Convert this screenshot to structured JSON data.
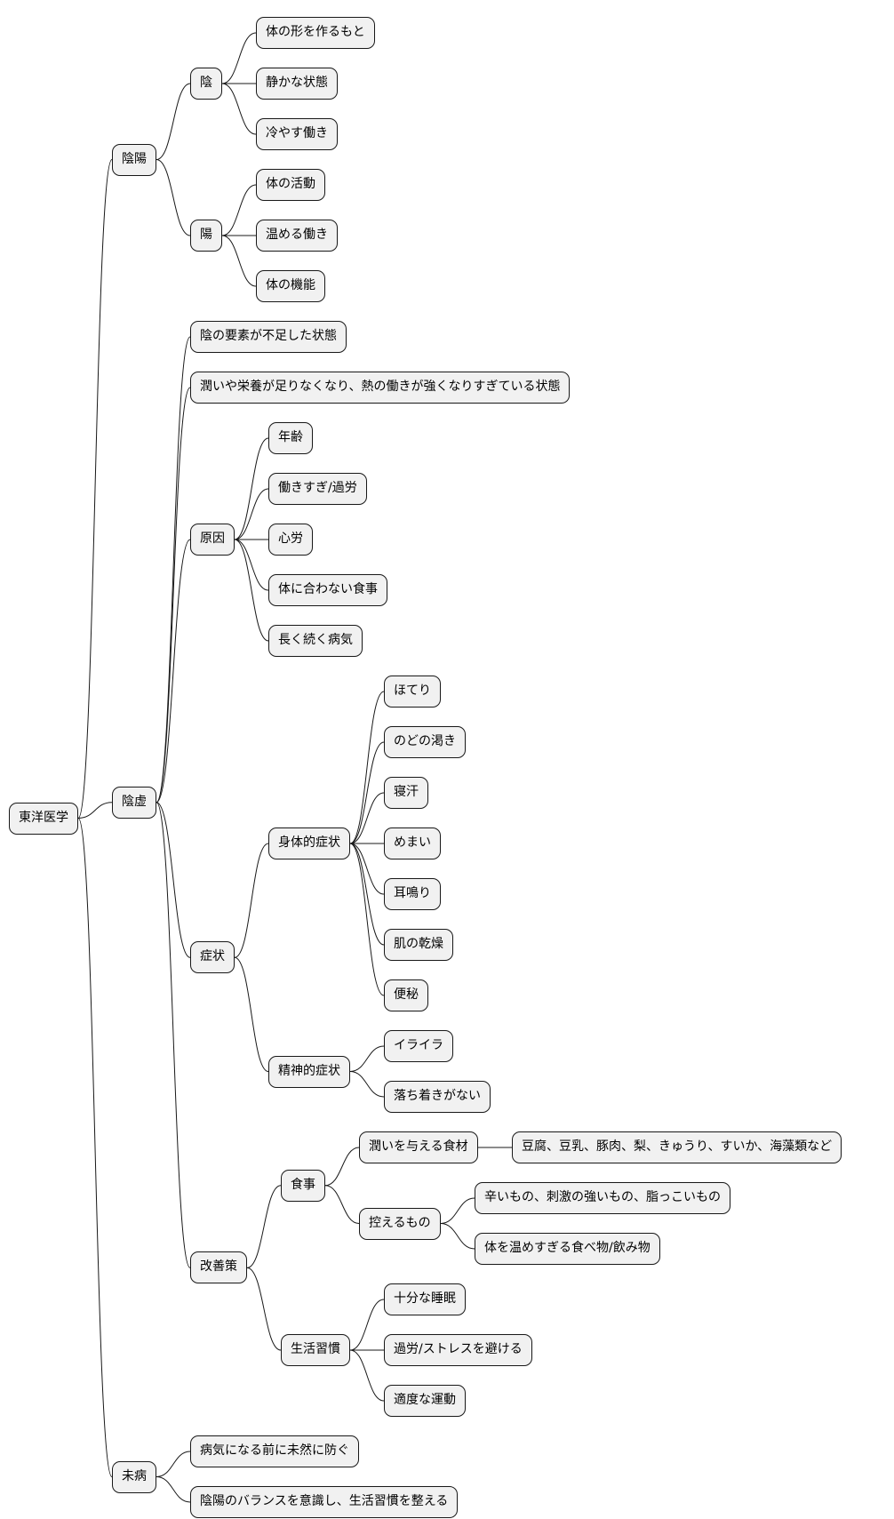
{
  "mindmap": {
    "label": "東洋医学",
    "children": [
      {
        "label": "陰陽",
        "children": [
          {
            "label": "陰",
            "children": [
              {
                "label": "体の形を作るもと"
              },
              {
                "label": "静かな状態"
              },
              {
                "label": "冷やす働き"
              }
            ]
          },
          {
            "label": "陽",
            "children": [
              {
                "label": "体の活動"
              },
              {
                "label": "温める働き"
              },
              {
                "label": "体の機能"
              }
            ]
          }
        ]
      },
      {
        "label": "陰虚",
        "children": [
          {
            "label": "陰の要素が不足した状態"
          },
          {
            "label": "潤いや栄養が足りなくなり、熱の働きが強くなりすぎている状態"
          },
          {
            "label": "原因",
            "children": [
              {
                "label": "年齢"
              },
              {
                "label": "働きすぎ/過労"
              },
              {
                "label": "心労"
              },
              {
                "label": "体に合わない食事"
              },
              {
                "label": "長く続く病気"
              }
            ]
          },
          {
            "label": "症状",
            "children": [
              {
                "label": "身体的症状",
                "children": [
                  {
                    "label": "ほてり"
                  },
                  {
                    "label": "のどの渇き"
                  },
                  {
                    "label": "寝汗"
                  },
                  {
                    "label": "めまい"
                  },
                  {
                    "label": "耳鳴り"
                  },
                  {
                    "label": "肌の乾燥"
                  },
                  {
                    "label": "便秘"
                  }
                ]
              },
              {
                "label": "精神的症状",
                "children": [
                  {
                    "label": "イライラ"
                  },
                  {
                    "label": "落ち着きがない"
                  }
                ]
              }
            ]
          },
          {
            "label": "改善策",
            "children": [
              {
                "label": "食事",
                "children": [
                  {
                    "label": "潤いを与える食材",
                    "children": [
                      {
                        "label": "豆腐、豆乳、豚肉、梨、きゅうり、すいか、海藻類など"
                      }
                    ]
                  },
                  {
                    "label": "控えるもの",
                    "children": [
                      {
                        "label": "辛いもの、刺激の強いもの、脂っこいもの"
                      },
                      {
                        "label": "体を温めすぎる食べ物/飲み物"
                      }
                    ]
                  }
                ]
              },
              {
                "label": "生活習慣",
                "children": [
                  {
                    "label": "十分な睡眠"
                  },
                  {
                    "label": "過労/ストレスを避ける"
                  },
                  {
                    "label": "適度な運動"
                  }
                ]
              }
            ]
          }
        ]
      },
      {
        "label": "未病",
        "children": [
          {
            "label": "病気になる前に未然に防ぐ"
          },
          {
            "label": "陰陽のバランスを意識し、生活習慣を整える"
          }
        ]
      }
    ]
  }
}
